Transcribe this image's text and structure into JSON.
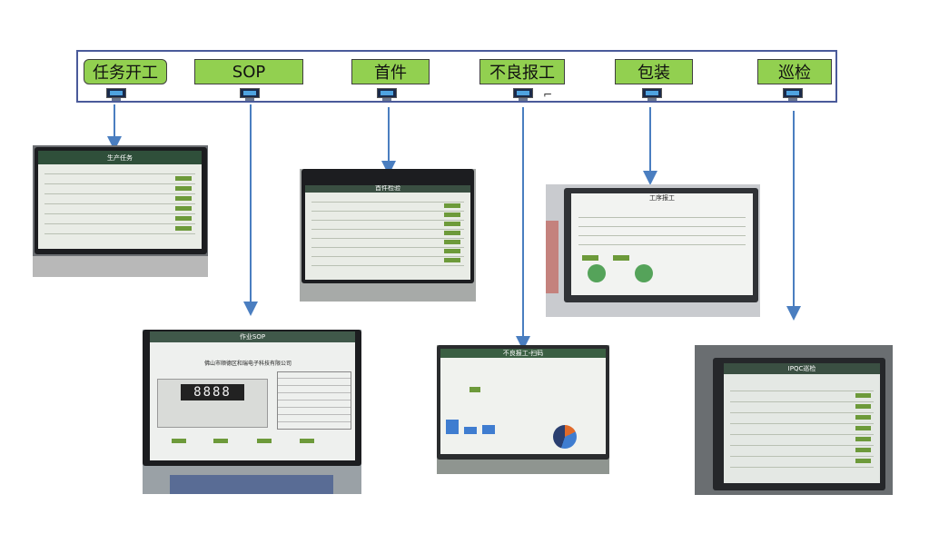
{
  "steps": [
    {
      "label": "任务开工"
    },
    {
      "label": "SOP"
    },
    {
      "label": "首件"
    },
    {
      "label": "不良报工"
    },
    {
      "label": "包装"
    },
    {
      "label": "巡检"
    }
  ],
  "screens": {
    "task": {
      "title": "生产任务"
    },
    "sop": {
      "title": "作业SOP",
      "company": "佛山市顺德区和瑞电子科技有限公司",
      "digits": "8888"
    },
    "first": {
      "title": "首件检验"
    },
    "defect": {
      "title": "不良报工-扫码"
    },
    "pack": {
      "title": "工序报工"
    },
    "patrol": {
      "title": "IPQC巡检"
    }
  },
  "colors": {
    "step_fill": "#92d050",
    "frame": "#4a5a9a",
    "arrow": "#4a7ec0"
  }
}
